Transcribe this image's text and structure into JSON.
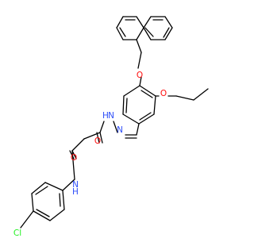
{
  "colors": {
    "bond": "#000000",
    "O": "#ff0d0d",
    "N": "#3050f8",
    "Cl": "#1ff01f",
    "C": "#000000"
  },
  "atom_labels": {
    "o_ether_top": "O",
    "o_ethoxy": "O",
    "o_hydrazide": "O",
    "n_imine": "N",
    "n_hydrazide": "N",
    "h_hydrazide": "H",
    "o_amide": "O",
    "n_amide": "N",
    "h_amide": "H",
    "cl": "Cl"
  }
}
